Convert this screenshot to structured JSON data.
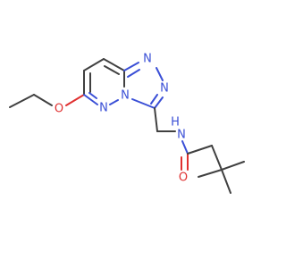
{
  "molecule": {
    "colors": {
      "bond": "#404040",
      "nitrogen": "#3a4fd6",
      "oxygen": "#e03030",
      "background": "#ffffff"
    },
    "atoms": {
      "n_triazole_top": {
        "symbol": "N"
      },
      "n_triazole_right": {
        "symbol": "N"
      },
      "n_fused": {
        "symbol": "N"
      },
      "n_pyridazine": {
        "symbol": "N"
      },
      "o_ethoxy": {
        "symbol": "O"
      },
      "n_amide": {
        "symbol": "N"
      },
      "h_amide": {
        "symbol": "H"
      },
      "o_carbonyl": {
        "symbol": "O"
      }
    }
  }
}
